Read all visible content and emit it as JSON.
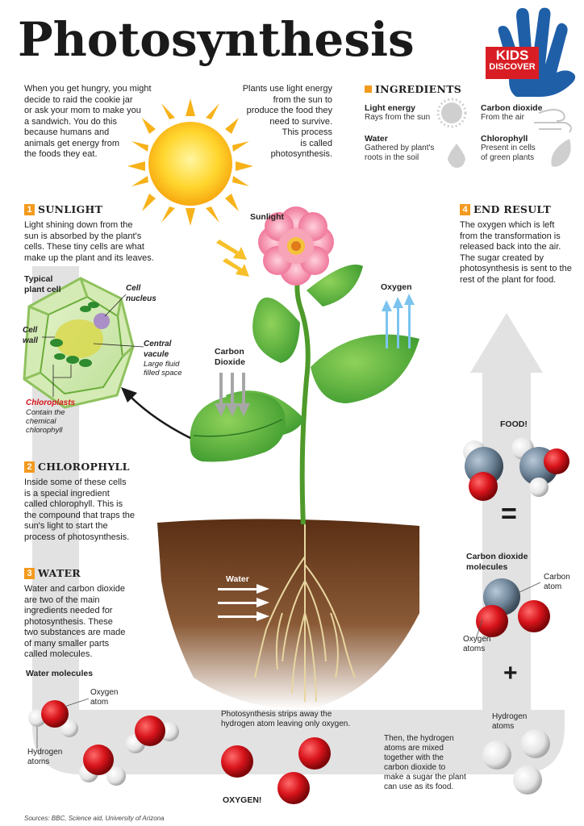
{
  "title": "Photosynthesis",
  "logo": {
    "line1": "KIDS",
    "line2": "DISCOVER"
  },
  "intro": {
    "left": [
      "When you get hungry, you might",
      "decide to raid the cookie jar",
      "or ask your mom to make you",
      "a sandwich. You do this",
      "because humans and",
      "animals get energy from",
      "the foods they eat."
    ],
    "center": [
      "Plants use light energy",
      "from the sun to",
      "produce the food they",
      "need to survive.",
      "This process",
      "is called",
      "photosynthesis."
    ]
  },
  "ingredients": {
    "heading": "INGREDIENTS",
    "items": [
      {
        "name": "Light energy",
        "desc": [
          "Rays from the sun"
        ],
        "icon": "sun-icon"
      },
      {
        "name": "Carbon dioxide",
        "desc": [
          "From the air"
        ],
        "icon": "wind-icon"
      },
      {
        "name": "Water",
        "desc": [
          "Gathered by plant's",
          "roots in the soil"
        ],
        "icon": "water-drop-icon"
      },
      {
        "name": "Chlorophyll",
        "desc": [
          "Present in cells",
          "of green plants"
        ],
        "icon": "leaf-icon"
      }
    ]
  },
  "sections": {
    "s1": {
      "num": "1",
      "heading": "SUNLIGHT",
      "text": [
        "Light shining down from the",
        "sun is absorbed by the plant's",
        "cells. These tiny cells are what",
        "make up the plant and its leaves."
      ]
    },
    "s2": {
      "num": "2",
      "heading": "CHLOROPHYLL",
      "text": [
        "Inside some of these cells",
        "is a special ingredient",
        "called chlorophyll. This is",
        "the compound that traps the",
        "sun's light to start the",
        "process of photosynthesis."
      ]
    },
    "s3": {
      "num": "3",
      "heading": "WATER",
      "text": [
        "Water and carbon dioxide",
        "are two of the main",
        "ingredients needed for",
        "photosynthesis. These",
        "two substances are made",
        "of many smaller parts",
        "called molecules."
      ]
    },
    "s4": {
      "num": "4",
      "heading": "END RESULT",
      "text": [
        "The oxygen which is left",
        "from the transformation is",
        "released back into the air.",
        "The sugar created by",
        "photosynthesis is sent to the",
        "rest of the plant for food."
      ]
    }
  },
  "cell": {
    "title": [
      "Typical",
      "plant cell"
    ],
    "nucleus": [
      "Cell",
      "nucleus"
    ],
    "wall": [
      "Cell",
      "wall"
    ],
    "vacuole_name": [
      "Central",
      "vacule"
    ],
    "vacuole_desc": [
      "Large fluid",
      "filled space"
    ],
    "chloroplasts_name": "Chloroplasts",
    "chloroplasts_desc": [
      "Contain the",
      "chemical",
      "chlorophyll"
    ]
  },
  "diagram": {
    "sunlight": "Sunlight",
    "oxygen": "Oxygen",
    "carbon_dioxide": [
      "Carbon",
      "Dioxide"
    ],
    "water": "Water"
  },
  "molecules": {
    "water_molecules": "Water molecules",
    "oxygen_atom": [
      "Oxygen",
      "atom"
    ],
    "hydrogen_atoms": [
      "Hydrogen",
      "atoms"
    ],
    "strip_text": [
      "Photosynthesis strips away the",
      "hydrogen atom leaving only oxygen."
    ],
    "oxygen_result": "OXYGEN!",
    "then_text": [
      "Then, the hydrogen",
      "atoms are mixed",
      "together with the",
      "carbon dioxide to",
      "make a sugar the plant",
      "can use as its food."
    ],
    "hydrogen_atoms_right": [
      "Hydrogen",
      "atoms"
    ],
    "plus": "+",
    "co2_molecules": [
      "Carbon dioxide",
      "molecules"
    ],
    "carbon_atom": [
      "Carbon",
      "atom"
    ],
    "oxygen_atoms": [
      "Oxygen",
      "atoms"
    ],
    "equals": "=",
    "food": "FOOD!"
  },
  "sources": "Sources: BBC, Science aid, University of Arizona",
  "colors": {
    "accent": "#f39a1e",
    "oxygen_red": "#d8141b",
    "carbon_gray": "#6f8599",
    "leaf_green": "#3e9b2f",
    "soil": "#6b3d1e",
    "track_gray": "#e2e2e2"
  }
}
